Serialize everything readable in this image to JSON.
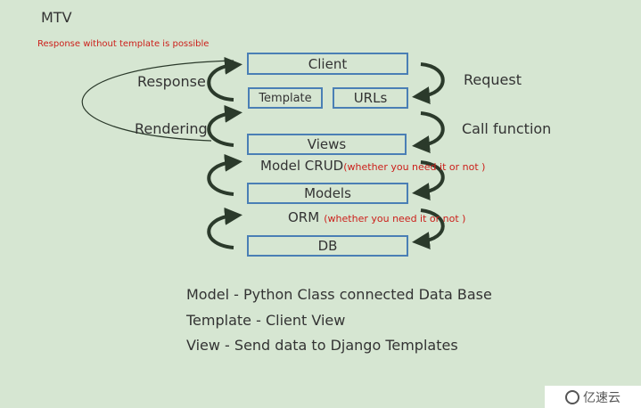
{
  "title": "MTV",
  "note": "Response without  template is possible",
  "boxes": {
    "client": "Client",
    "template": "Template",
    "urls": "URLs",
    "views": "Views",
    "models": "Models",
    "db": "DB"
  },
  "labels": {
    "response": "Response",
    "rendering": "Rendering",
    "request": "Request",
    "call_function": "Call function",
    "model_crud": "Model CRUD",
    "model_crud_note": "(whether you need it or not )",
    "orm": "ORM",
    "orm_note": "(whether you need it or not )"
  },
  "legend": [
    "Model  -  Python Class connected Data Base",
    "Template   - Client View",
    "View  -  Send data to Django Templates"
  ],
  "watermark": "亿速云",
  "colors": {
    "background": "#d6e6d2",
    "box_border": "#4a7fb5",
    "arrow": "#2b3a2b",
    "red_text": "#cc1f1a"
  }
}
